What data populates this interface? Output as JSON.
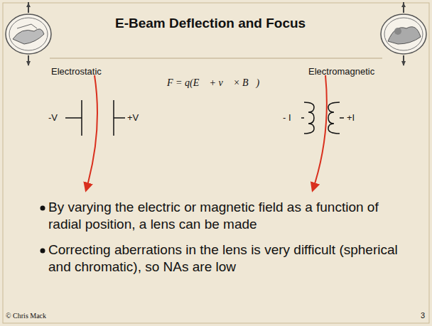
{
  "diagram": {
    "title": "E-Beam Deflection and Focus",
    "labels": [
      "Electrostatic",
      "F = q(E⃗ + v⃗ × B⃗)",
      "Electromagnetic",
      "-V",
      "+V",
      "- I",
      "+I",
      "By varying the electric or magnetic field as a function of radial position, a lens can be made",
      "Correcting aberrations in the lens is very difficult (spherical and chromatic), so NAs are low",
      "© Chris Mack",
      "3"
    ]
  }
}
